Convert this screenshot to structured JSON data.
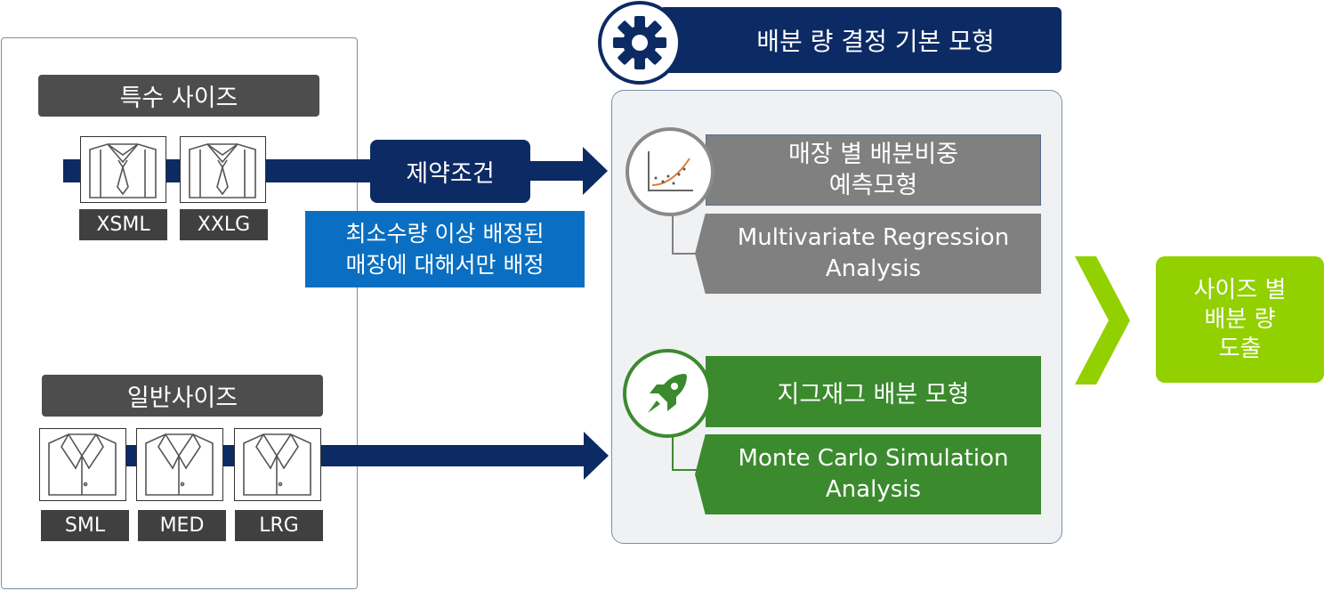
{
  "special_sizes": {
    "title": "특수 사이즈",
    "labels": [
      "XSML",
      "XXLG"
    ]
  },
  "general_sizes": {
    "title": "일반사이즈",
    "labels": [
      "SML",
      "MED",
      "LRG"
    ]
  },
  "constraint": {
    "label": "제약조건",
    "description": "최소수량 이상 배정된\n매장에 대해서만 배정"
  },
  "model": {
    "title": "배분 량 결정 기본 모형",
    "store_ratio": {
      "title": "매장 별 배분비중\n예측모형",
      "method": "Multivariate Regression\nAnalysis"
    },
    "zigzag": {
      "title": "지그재그 배분 모형",
      "method": "Monte Carlo Simulation\nAnalysis"
    }
  },
  "result": {
    "label": "사이즈 별\n배분 량\n도출"
  },
  "colors": {
    "navy": "#0c2a63",
    "blue": "#0a6fc2",
    "gray": "#808080",
    "green": "#3b8a2e",
    "lime": "#92d000",
    "dark_gray": "#4d4d4d"
  }
}
